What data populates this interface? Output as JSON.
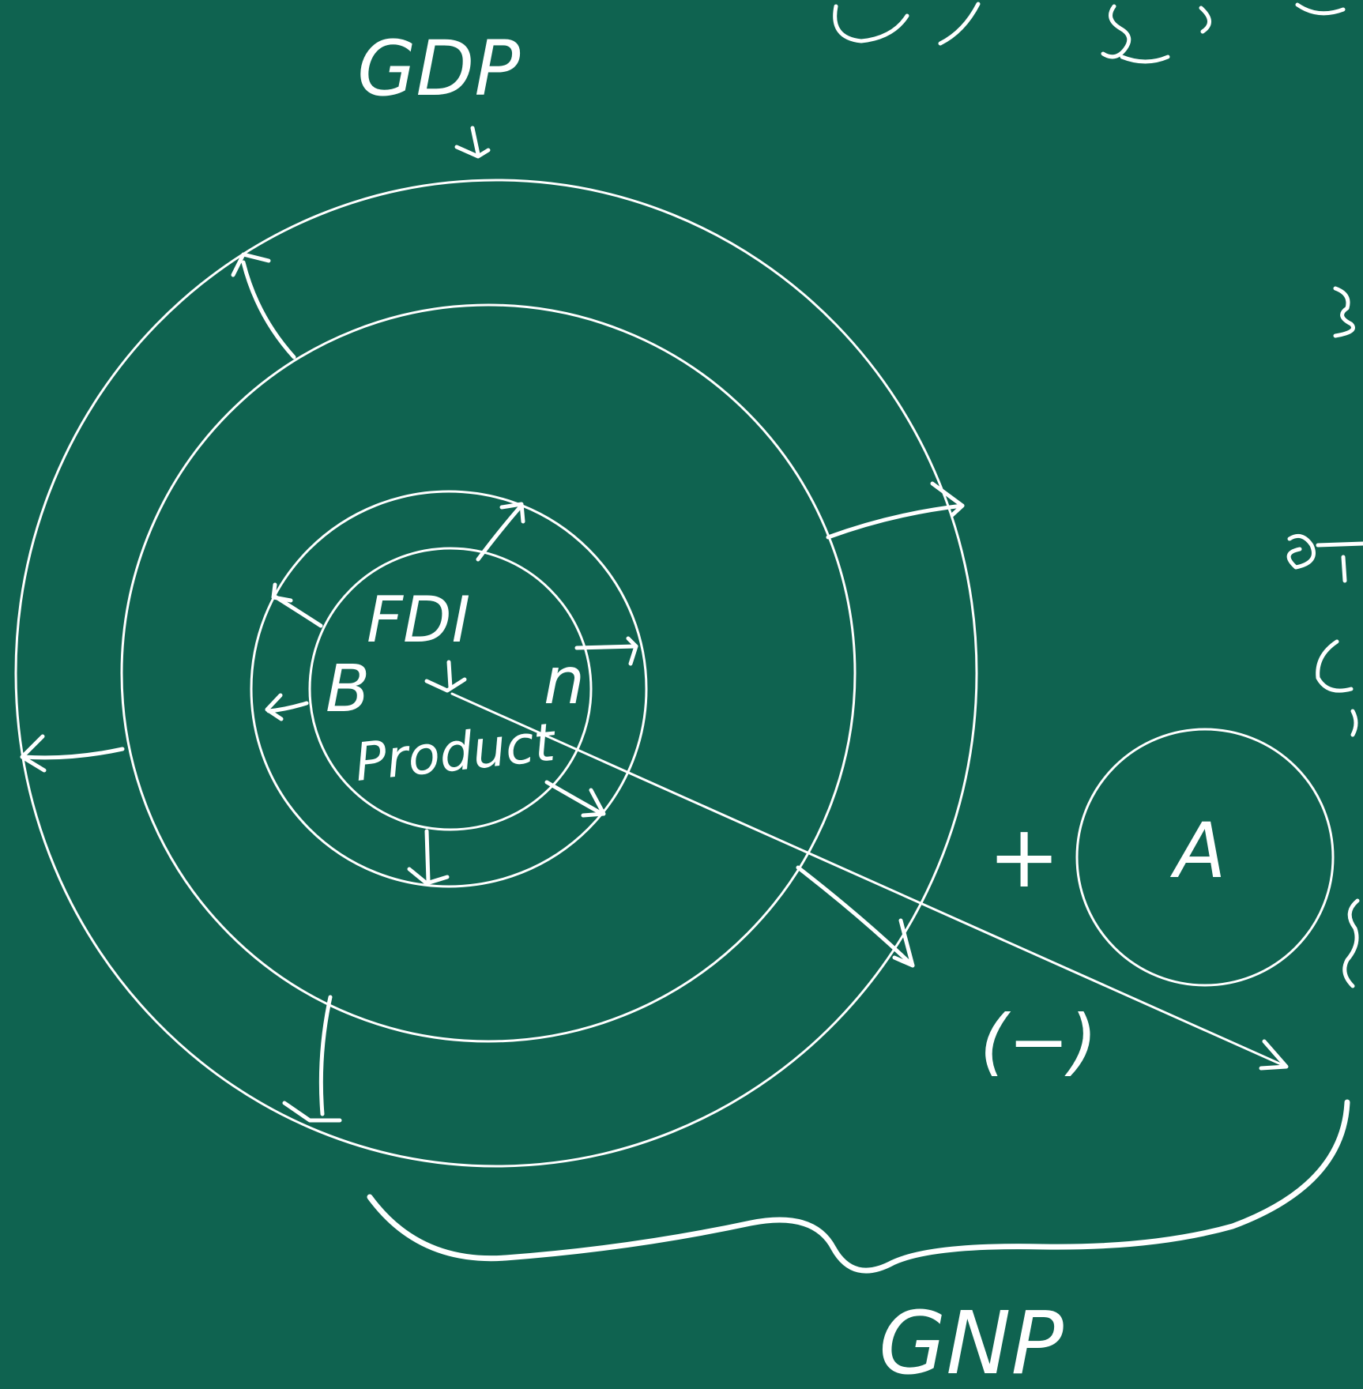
{
  "labels": {
    "gdp": "GDP",
    "fdi": "FDI",
    "b": "B",
    "n": "n",
    "product": "Product",
    "plus": "+",
    "a": "A",
    "minus": "(−)",
    "gnp": "GNP"
  },
  "colors": {
    "board": "#0f6350",
    "chalk": "#ffffff"
  }
}
